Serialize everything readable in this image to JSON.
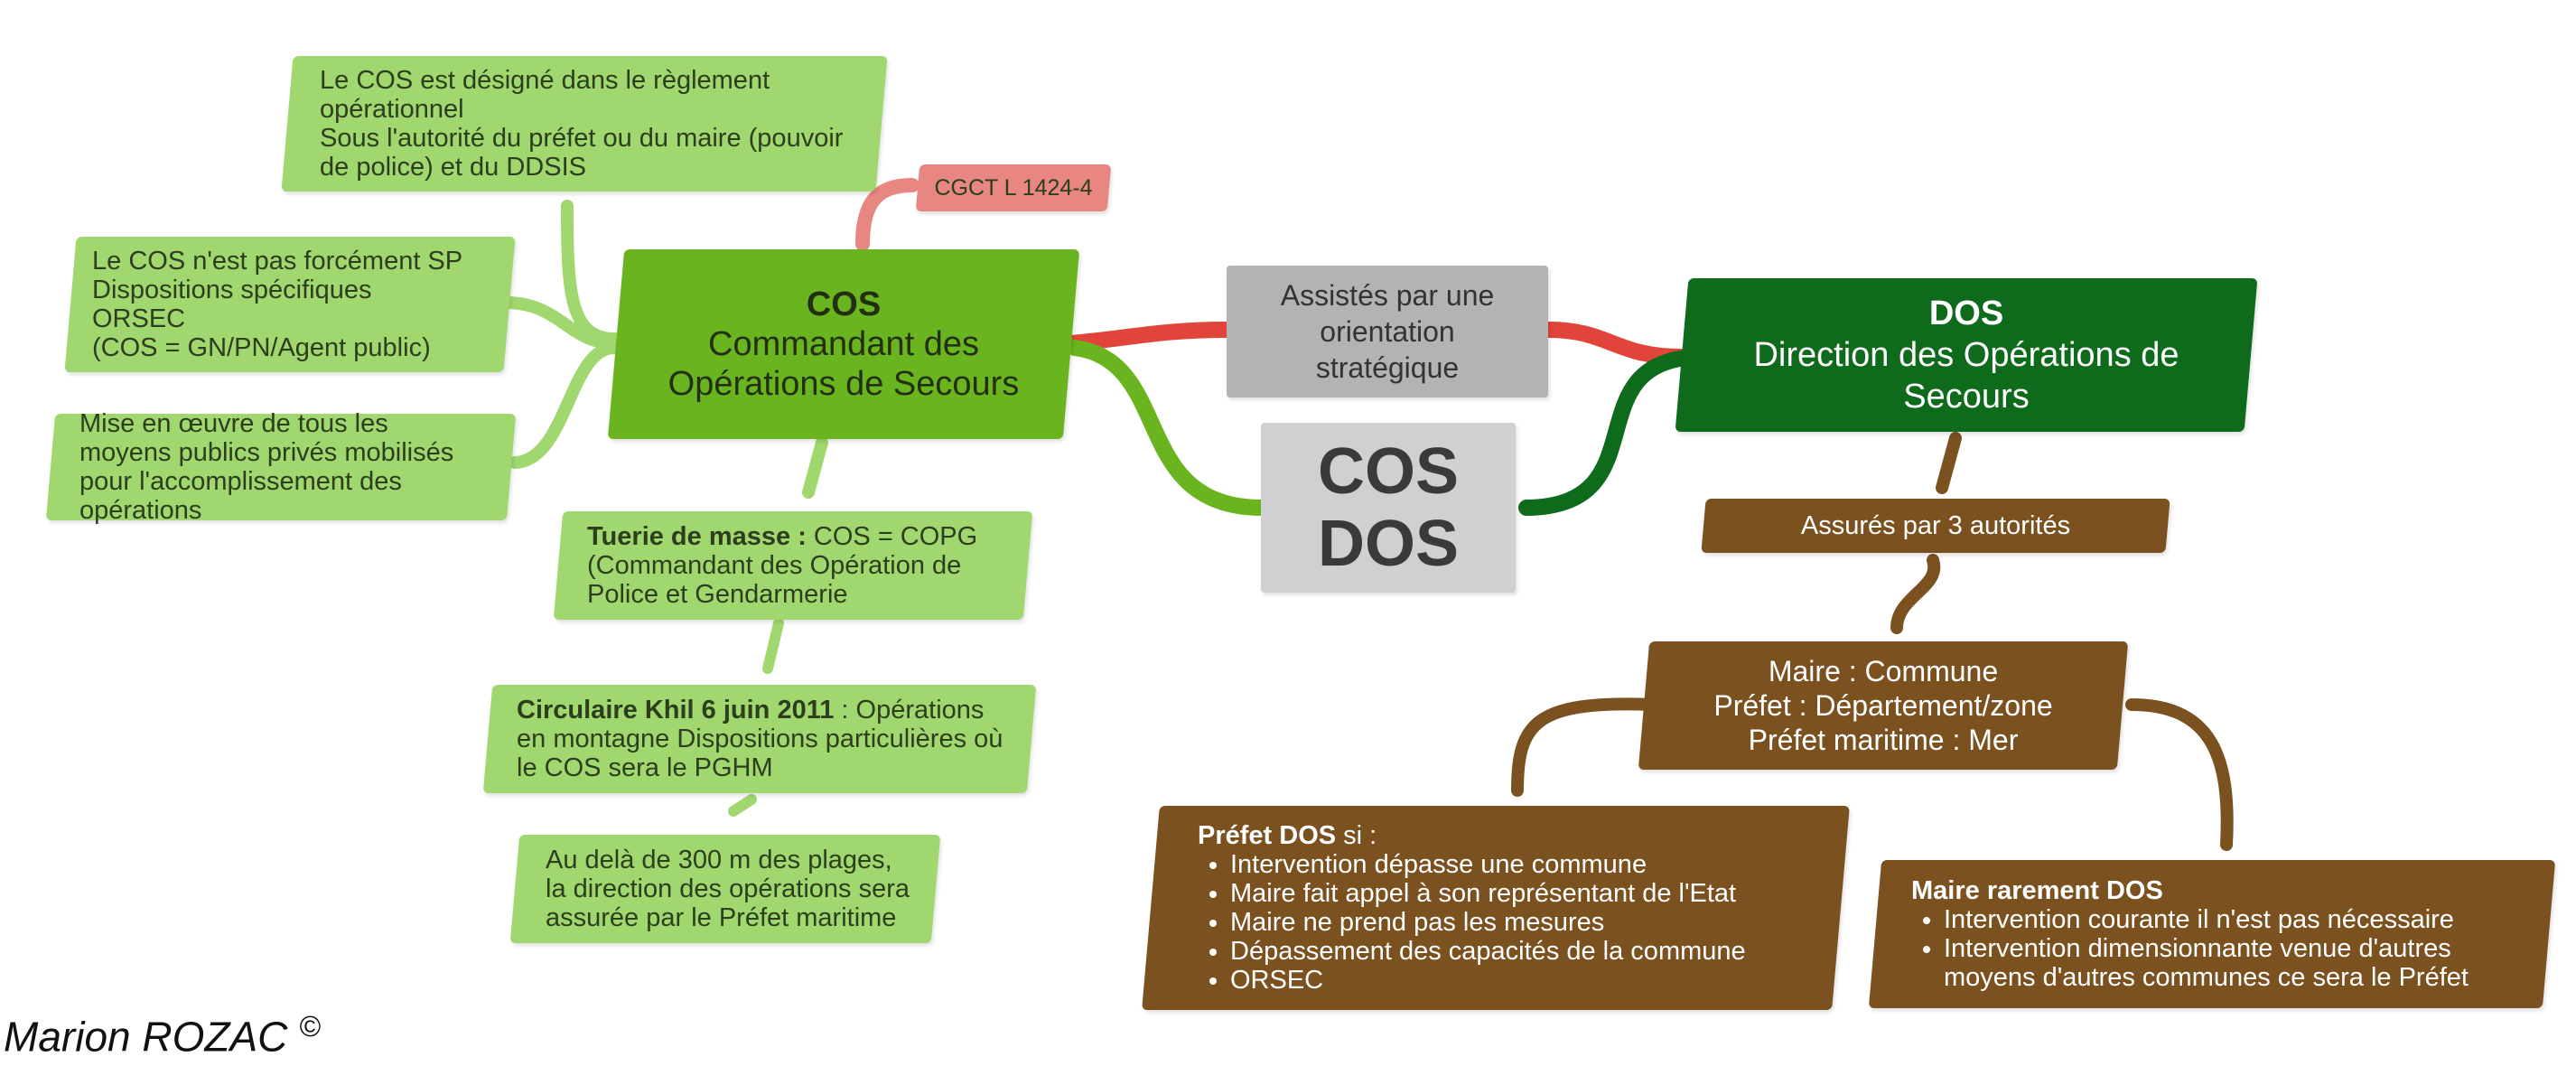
{
  "cos": {
    "title": "COS",
    "subtitle": "Commandant des Opérations de Secours"
  },
  "cos_notes": {
    "designation": [
      "Le COS est désigné dans le règlement opérationnel",
      "Sous l'autorité du préfet ou du maire (pouvoir de police) et du DDSIS"
    ],
    "not_always_sp": [
      "Le COS n'est pas forcément SP",
      "Dispositions spécifiques",
      "ORSEC",
      "(COS = GN/PN/Agent public)"
    ],
    "means": "Mise en œuvre de tous les moyens publics privés mobilisés pour l'accomplissement des opérations"
  },
  "cgct": "CGCT L 1424-4",
  "tuerie": {
    "label": "Tuerie de masse :",
    "text": " COS = COPG (Commandant des Opération de Police et Gendarmerie"
  },
  "circulaire": {
    "label": "Circulaire Khil 6 juin 2011",
    "text": " : Opérations en montagne Dispositions particulières où le COS sera le PGHM"
  },
  "plages": "Au delà de 300 m des plages, la direction des opérations sera assurée par le Préfet maritime",
  "center": {
    "assist": "Assistés par une orientation stratégique",
    "main_line1": "COS",
    "main_line2": "DOS"
  },
  "dos": {
    "title": "DOS",
    "subtitle": "Direction des Opérations de Secours"
  },
  "assures": "Assurés par 3 autorités",
  "autorites": [
    "Maire : Commune",
    "Préfet : Département/zone",
    "Préfet maritime : Mer"
  ],
  "prefet_dos": {
    "label": "Préfet DOS",
    "suffix": " si :",
    "items": [
      "Intervention dépasse une commune",
      "Maire fait appel à son représentant de l'Etat",
      "Maire ne prend pas les mesures",
      "Dépassement des capacités de la commune",
      "ORSEC"
    ]
  },
  "maire_dos": {
    "label": "Maire rarement DOS",
    "items": [
      "Intervention courante il n'est pas nécessaire",
      "Intervention dimensionnante venue d'autres moyens d'autres communes ce sera le Préfet"
    ]
  },
  "signature": {
    "name": "Marion ROZAC",
    "mark": "©"
  },
  "colors": {
    "light_green": "#a1d76f",
    "mid_green": "#6ab51f",
    "dark_green": "#0e6b1c",
    "brown": "#7b5120",
    "gray": "#b3b3b3",
    "red": "#e0443a",
    "pink": "#e88681"
  }
}
